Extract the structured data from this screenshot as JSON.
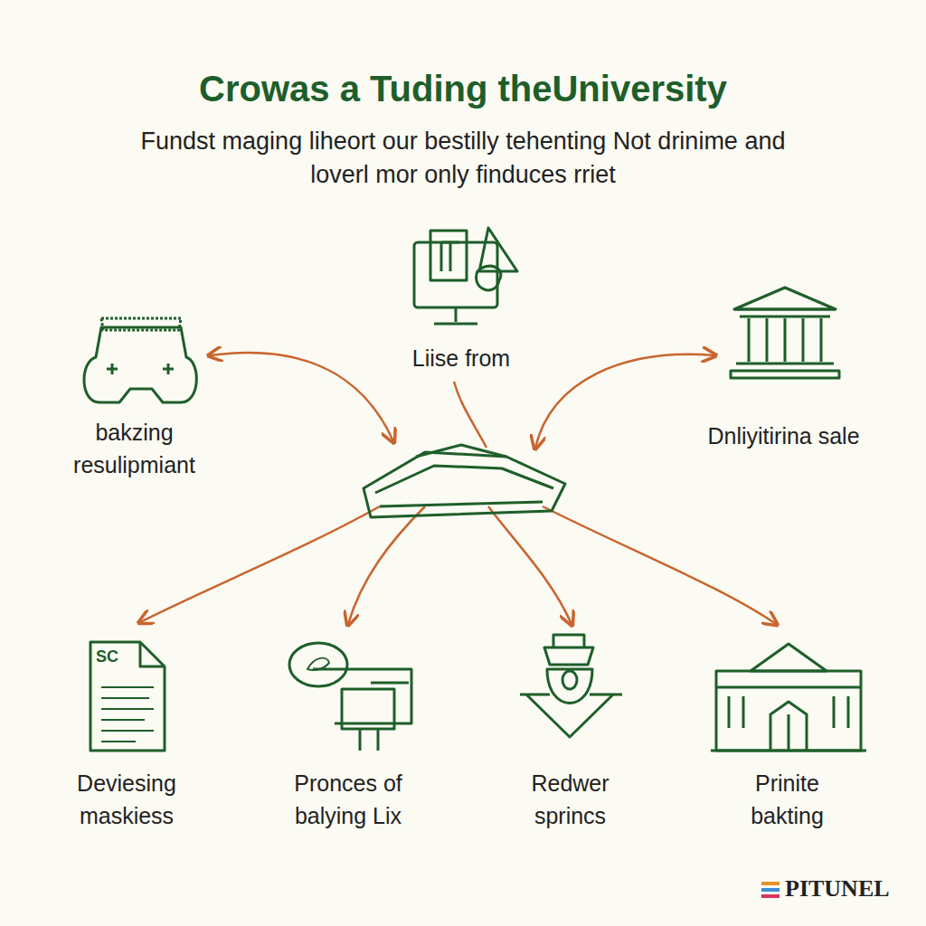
{
  "diagram": {
    "title": "Crowas a Tuding theUniversity",
    "nodes": [
      {
        "text": [
          "Liise from"
        ]
      },
      {
        "text": [
          "bakzing resulipmiant"
        ]
      },
      {
        "text": [
          "Dnliyitirina sale"
        ]
      },
      {
        "text": [
          "Deviesing maskiess"
        ]
      },
      {
        "text": [
          "Pronces of balying Lix"
        ]
      },
      {
        "text": [
          "Redwer sprincs"
        ]
      },
      {
        "text": [
          "Prinite bakting"
        ]
      }
    ],
    "labels": [
      "Fundst maging liheort our bestilly tehenting Not drinime and loverl mor only finduces rriet",
      "SC",
      "PITUNEL"
    ]
  }
}
